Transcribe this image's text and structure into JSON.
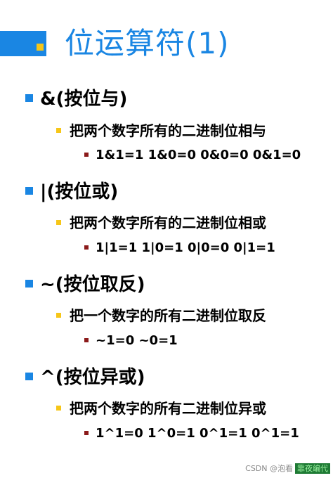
{
  "title": "位运算符(1)",
  "sections": [
    {
      "heading": "&(按位与)",
      "description": "把两个数字所有的二进制位相与",
      "examples": "1&1=1  1&0=0  0&0=0  0&1=0"
    },
    {
      "heading": "|(按位或)",
      "description": "把两个数字所有的二进制位相或",
      "examples": "1|1=1   1|0=1   0|0=0   0|1=1"
    },
    {
      "heading": "~(按位取反)",
      "description": "把一个数字的所有二进制位取反",
      "examples": "~1=0   ~0=1"
    },
    {
      "heading": "^(按位异或)",
      "description": "把两个数字的所有二进制位异或",
      "examples": "1^1=0  1^0=1 0^1=1 0^1=1"
    }
  ],
  "watermark": {
    "source": "CSDN @泡看",
    "tag": "靠夜编代"
  },
  "colors": {
    "accent": "#1a86e3",
    "yellow": "#f6c618",
    "darkred": "#8b1a1a"
  }
}
